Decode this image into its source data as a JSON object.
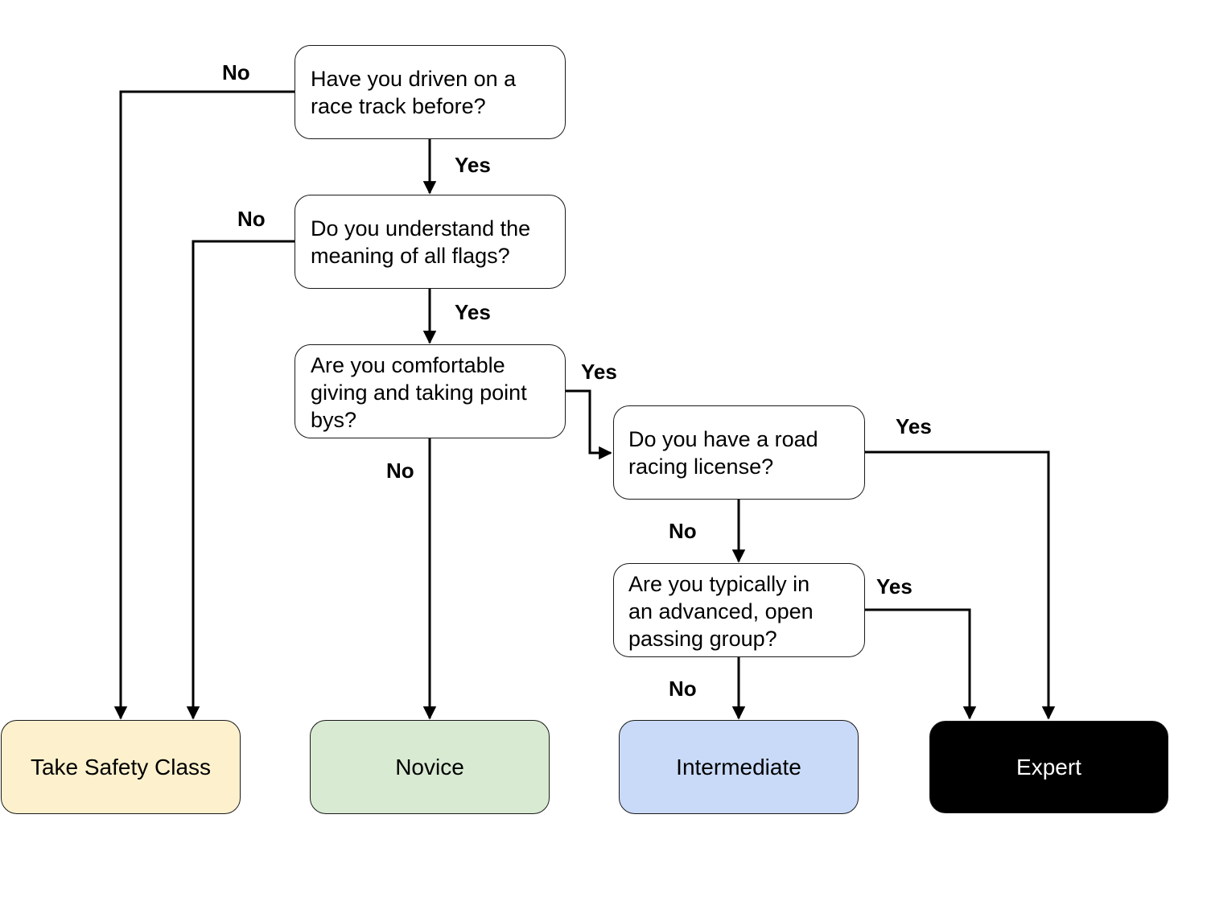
{
  "questions": {
    "q1": {
      "lines": [
        "Have you driven on a",
        "race track before?"
      ]
    },
    "q2": {
      "lines": [
        "Do you understand the",
        "meaning of all flags?"
      ]
    },
    "q3": {
      "lines": [
        "Are you comfortable",
        "giving and taking point",
        "bys?"
      ]
    },
    "q4": {
      "lines": [
        "Do you have a road",
        "racing license?"
      ]
    },
    "q5": {
      "lines": [
        "Are you typically in",
        "an advanced, open",
        "passing group?"
      ]
    }
  },
  "outcomes": {
    "safety": {
      "label": "Take Safety Class",
      "fill": "#fdf1cd",
      "text_color": "#000000"
    },
    "novice": {
      "label": "Novice",
      "fill": "#d9ead3",
      "text_color": "#000000"
    },
    "intermediate": {
      "label": "Intermediate",
      "fill": "#c9daf8",
      "text_color": "#000000"
    },
    "expert": {
      "label": "Expert",
      "fill": "#000000",
      "text_color": "#ffffff"
    }
  },
  "edge_labels": {
    "q1_no": "No",
    "q1_yes": "Yes",
    "q2_no": "No",
    "q2_yes": "Yes",
    "q3_yes": "Yes",
    "q3_no": "No",
    "q4_yes": "Yes",
    "q4_no": "No",
    "q5_yes": "Yes",
    "q5_no": "No"
  },
  "line_color": "#000000"
}
